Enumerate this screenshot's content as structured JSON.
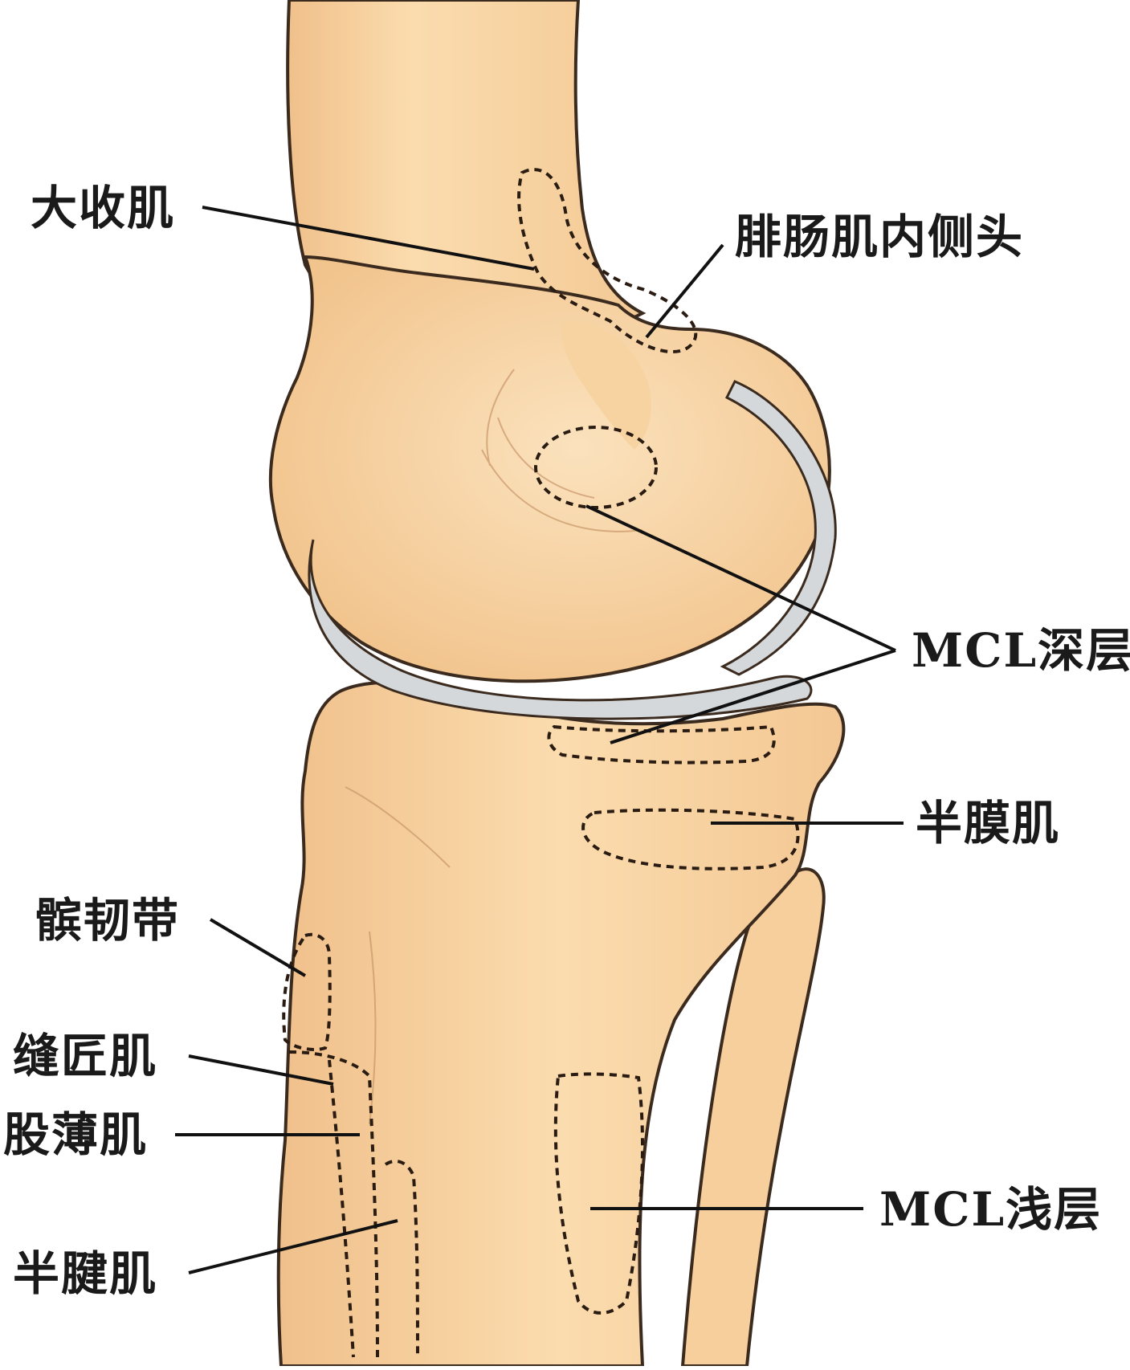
{
  "labels": {
    "adductor_magnus": "大收肌",
    "gastrocnemius_medial_head": "腓肠肌内侧头",
    "deep_mcl": "MCL深层",
    "semimembranosus": "半膜肌",
    "iliotibial_band": "髌韧带",
    "sartorius": "缝匠肌",
    "gracilis": "股薄肌",
    "semitendinosus": "半腱肌",
    "superficial_mcl": "MCL浅层"
  },
  "colors": {
    "bone": "#f9d6a6",
    "bone_shadow": "#e9b883",
    "bone_outline": "#3b2a1e",
    "meniscus": "#d4d8db",
    "leader_line": "#111111",
    "label_text": "#1a1a1a"
  }
}
